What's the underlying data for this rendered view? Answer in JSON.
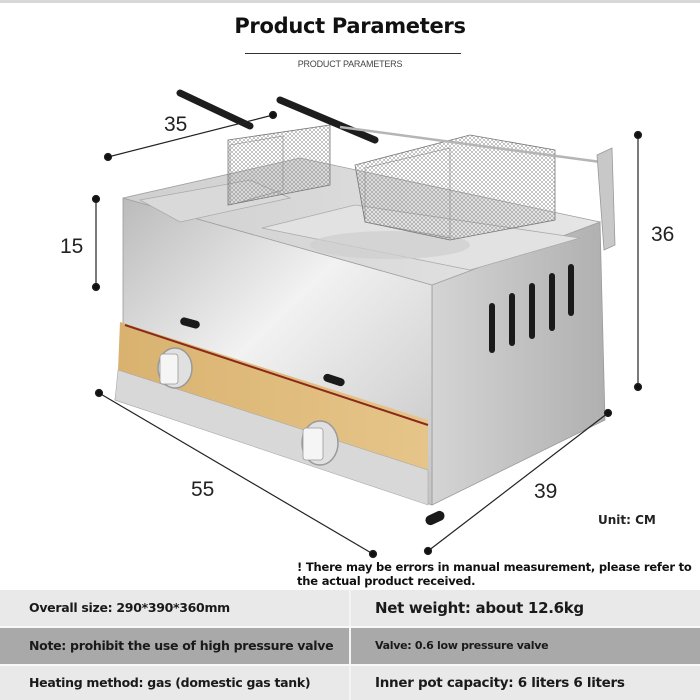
{
  "header": {
    "title": "Product Parameters",
    "subtitle": "PRODUCT PARAMETERS"
  },
  "product_image": {
    "description": "Stainless steel double-tank gas deep fryer with two wire frying baskets and two control knobs",
    "dimensions": {
      "basket_width": "35",
      "tank_depth": "15",
      "total_height": "36",
      "length": "55",
      "width": "39"
    },
    "unit_label": "Unit: CM",
    "colors": {
      "steel": "#c9c9c9",
      "panel": "#dcb878",
      "stripe": "#8b2a1a"
    }
  },
  "disclaimer": "! There may be errors in manual measurement, please refer to the actual product received.",
  "specs": {
    "rows": [
      {
        "left": "Overall size: 290*390*360mm",
        "right": "Net weight: about 12.6kg"
      },
      {
        "left": "Note: prohibit the use of high pressure valve",
        "right": "Valve: 0.6 low pressure valve"
      },
      {
        "left": "Heating method: gas (domestic gas tank)",
        "right": "Inner pot capacity: 6 liters 6 liters"
      }
    ],
    "colors": {
      "light_row": "#e9e9e9",
      "dark_row": "#a9a9a9"
    }
  }
}
